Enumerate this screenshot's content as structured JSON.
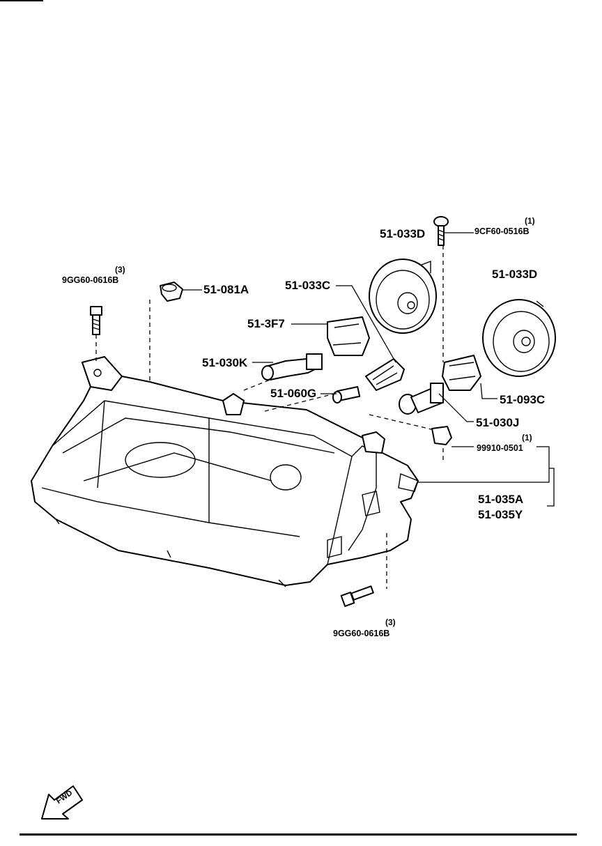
{
  "callouts": {
    "part_81A": "51-081A",
    "part_033C": "51-033C",
    "part_3F7": "51-3F7",
    "part_030K": "51-030K",
    "part_060G": "51-060G",
    "part_033D_left": "51-033D",
    "part_033D_right": "51-033D",
    "part_093C": "51-093C",
    "part_030J": "51-030J",
    "part_035A": "51-035A",
    "part_035Y": "51-035Y"
  },
  "fasteners": {
    "screw_top": {
      "part_no": "9CF60-0516B",
      "qty": "(1)"
    },
    "bolt_left": {
      "part_no": "9GG60-0616B",
      "qty": "(3)"
    },
    "bolt_bottom": {
      "part_no": "9GG60-0616B",
      "qty": "(3)"
    },
    "clip": {
      "part_no": "99910-0501",
      "qty": "(1)"
    }
  },
  "fwd_arrow": {
    "label": "FWD",
    "icon": "fwd-arrow-icon"
  }
}
